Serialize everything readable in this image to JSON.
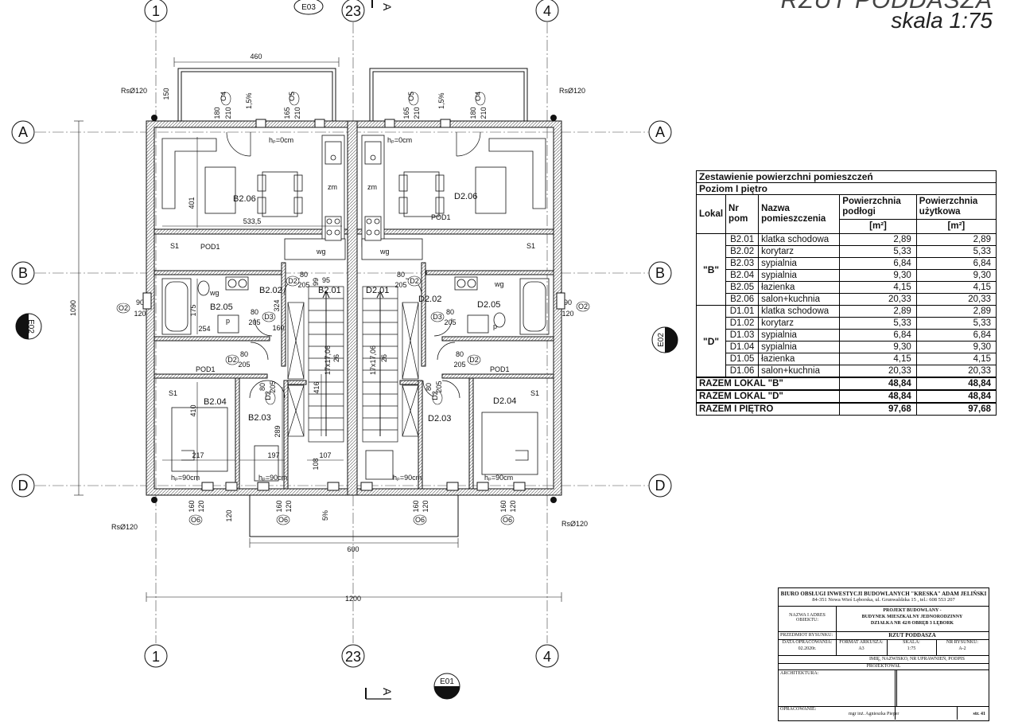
{
  "drawing": {
    "title_cut": "RZUT PODDASZA",
    "scale": "skala 1:75"
  },
  "axes": {
    "col1": "1",
    "col23": "23",
    "col4": "4",
    "rowA": "A",
    "rowB": "B",
    "rowD": "D",
    "e01": "E01",
    "e02": "E02",
    "e03": "E03",
    "section": "A"
  },
  "rooms": {
    "b206": "B2.06",
    "b202": "B2.02",
    "b201": "B2.01",
    "b205": "B2.05",
    "b204": "B2.04",
    "b203": "B2.03",
    "d206": "D2.06",
    "d201": "D2.01",
    "d202": "D2.02",
    "d205": "D2.05",
    "d204": "D2.04",
    "d203": "D2.03"
  },
  "labels": {
    "pod1": "POD1",
    "s1": "S1",
    "wg": "wg",
    "zm": "zm",
    "rs": "RsØ120",
    "hp0": "hₚ=0cm",
    "hp90": "hₚ=90cm",
    "stairs": "17x17,06",
    "stairs_n": "26",
    "o2": "O2",
    "o4": "O4",
    "o5": "O5",
    "o6": "O6",
    "d2": "D2",
    "d3": "D3",
    "slope": "1,5%",
    "slope5": "5%",
    "p": "p"
  },
  "dims": {
    "d460": "460",
    "d150": "150",
    "d180": "180",
    "d210": "210",
    "d165": "165",
    "d401": "401",
    "d533": "533,5",
    "d1090": "1090",
    "d90": "90",
    "d120": "120",
    "d175": "175",
    "d254": "254",
    "d80": "80",
    "d205": "205",
    "d160": "160",
    "d324": "324",
    "d99": "99",
    "d95": "95",
    "d416": "416",
    "d410": "410",
    "d289": "289",
    "d217": "217",
    "d197": "197",
    "d107": "107",
    "d108": "108",
    "d600": "600",
    "d1200": "1200"
  },
  "area_table": {
    "caption": "Zestawienie powierzchni pomieszczeń",
    "level": "Poziom I piętro",
    "h_lokal": "Lokal",
    "h_nr": "Nr pom",
    "h_name": "Nazwa pomieszczenia",
    "h_floor": "Powierzchnia podłogi",
    "h_usable": "Powierzchnia użytkowa",
    "unit": "[m²]",
    "lokal_b": "\"B\"",
    "lokal_d": "\"D\"",
    "rows_b": [
      [
        "B2.01",
        "klatka schodowa",
        "2,89",
        "2,89"
      ],
      [
        "B2.02",
        "korytarz",
        "5,33",
        "5,33"
      ],
      [
        "B2.03",
        "sypialnia",
        "6,84",
        "6,84"
      ],
      [
        "B2.04",
        "sypialnia",
        "9,30",
        "9,30"
      ],
      [
        "B2.05",
        "łazienka",
        "4,15",
        "4,15"
      ],
      [
        "B2.06",
        "salon+kuchnia",
        "20,33",
        "20,33"
      ]
    ],
    "rows_d": [
      [
        "D1.01",
        "klatka schodowa",
        "2,89",
        "2,89"
      ],
      [
        "D1.02",
        "korytarz",
        "5,33",
        "5,33"
      ],
      [
        "D1.03",
        "sypialnia",
        "6,84",
        "6,84"
      ],
      [
        "D1.04",
        "sypialnia",
        "9,30",
        "9,30"
      ],
      [
        "D1.05",
        "łazienka",
        "4,15",
        "4,15"
      ],
      [
        "D1.06",
        "salon+kuchnia",
        "20,33",
        "20,33"
      ]
    ],
    "sums": [
      [
        "RAZEM LOKAL \"B\"",
        "48,84",
        "48,84"
      ],
      [
        "RAZEM LOKAL \"D\"",
        "48,84",
        "48,84"
      ],
      [
        "RAZEM I PIĘTRO",
        "97,68",
        "97,68"
      ]
    ]
  },
  "title_block": {
    "office": "BIURO OBSŁUGI INWESTYCJI BUDOWLANYCH \"KRESKA\" ADAM JELIŃSKI",
    "address": "84-351 Nowa Wieś Lęborska, ul. Grunwaldzka 15 , tel.: 608 553 207",
    "name_label": "NAZWA I ADRES OBIEKTU:",
    "project_1": "PROJEKT BUDOWLANY -",
    "project_2": "BUDYNEK MIESZKALNY JEDNORODZINNY",
    "project_3": "DZIAŁKA NR 42/8 OBRĘB 3 LĘBORK",
    "subject_label": "PRZEDMIOT RYSUNKU:",
    "subject": "RZUT PODDASZA",
    "date_label": "DATA OPRACOWANIA:",
    "date": "02.2020r.",
    "format_label": "FORMAT ARKUSZA:",
    "format": "A3",
    "scale_label": "SKALA:",
    "scale": "1:75",
    "nr_label": "NR RYSUNKU:",
    "nr": "A-2",
    "persons_label": "IMIĘ, NAZWISKO, NR UPRAWNIEŃ, PODPIS",
    "designed": "PROJEKTOWAŁ",
    "arch_label": "ARCHITEKTURA:",
    "prep_label": "OPRACOWANIE:",
    "prep_name": "mgr inż. Agnieszka Pieper",
    "page": "str. 41"
  }
}
